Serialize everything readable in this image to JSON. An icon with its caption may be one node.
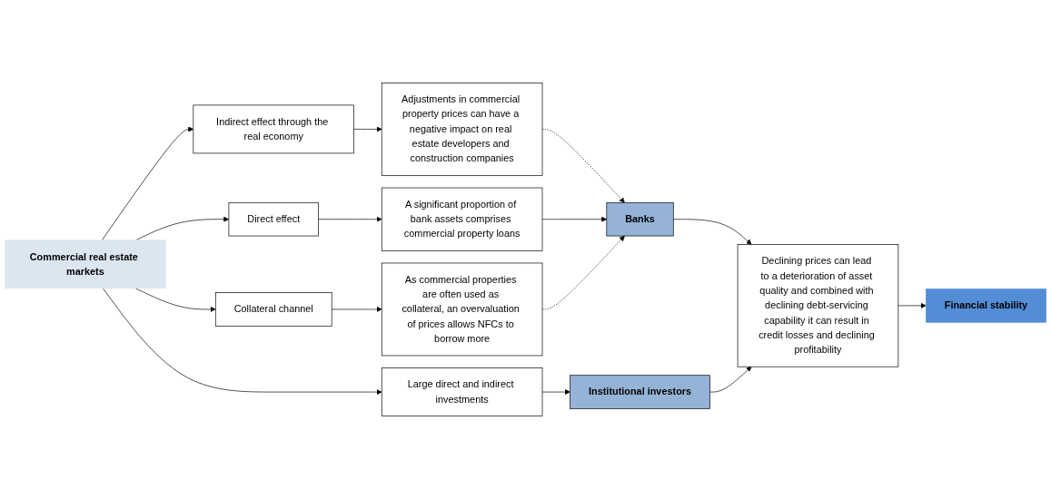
{
  "diagram": {
    "nodes": [
      {
        "text": [
          "Commercial real estate markets"
        ]
      },
      {
        "text": [
          "Indirect effect through the real economy"
        ]
      },
      {
        "text": [
          "Adjustments in commercial property prices can have a negative impact on real estate developers and construction companies"
        ]
      },
      {
        "text": [
          "Direct effect"
        ]
      },
      {
        "text": [
          "A significant proportion of bank assets comprises commercial property loans"
        ]
      },
      {
        "text": [
          "Collateral channel"
        ]
      },
      {
        "text": [
          "As commercial properties are often used as collateral, an overvaluation of prices allows NFCs to borrow more"
        ]
      },
      {
        "text": [
          "Large direct and indirect investments"
        ]
      },
      {
        "text": [
          "Banks"
        ]
      },
      {
        "text": [
          "Institutional investors"
        ]
      },
      {
        "text": [
          "Declining prices can lead to a deterioration of asset quality and combined with declining debt-servicing capability it can result in credit losses and declining profitability"
        ]
      },
      {
        "text": [
          "Financial stability"
        ]
      }
    ],
    "edges": [
      {
        "from": 0,
        "to": 1,
        "arrow": "to"
      },
      {
        "from": 1,
        "to": 2,
        "arrow": "to"
      },
      {
        "from": 2,
        "to": 8,
        "arrow": "to",
        "style": "dashed"
      },
      {
        "from": 0,
        "to": 3,
        "arrow": "to"
      },
      {
        "from": 3,
        "to": 4,
        "arrow": "to"
      },
      {
        "from": 4,
        "to": 8,
        "arrow": "to"
      },
      {
        "from": 0,
        "to": 5,
        "arrow": "to"
      },
      {
        "from": 5,
        "to": 6,
        "arrow": "to"
      },
      {
        "from": 6,
        "to": 8,
        "arrow": "to",
        "style": "dashed"
      },
      {
        "from": 0,
        "to": 7,
        "arrow": "to"
      },
      {
        "from": 7,
        "to": 9,
        "arrow": "to"
      },
      {
        "from": 8,
        "to": 10,
        "arrow": "to"
      },
      {
        "from": 9,
        "to": 10,
        "arrow": "to"
      },
      {
        "from": 10,
        "to": 11,
        "arrow": "to"
      }
    ]
  }
}
